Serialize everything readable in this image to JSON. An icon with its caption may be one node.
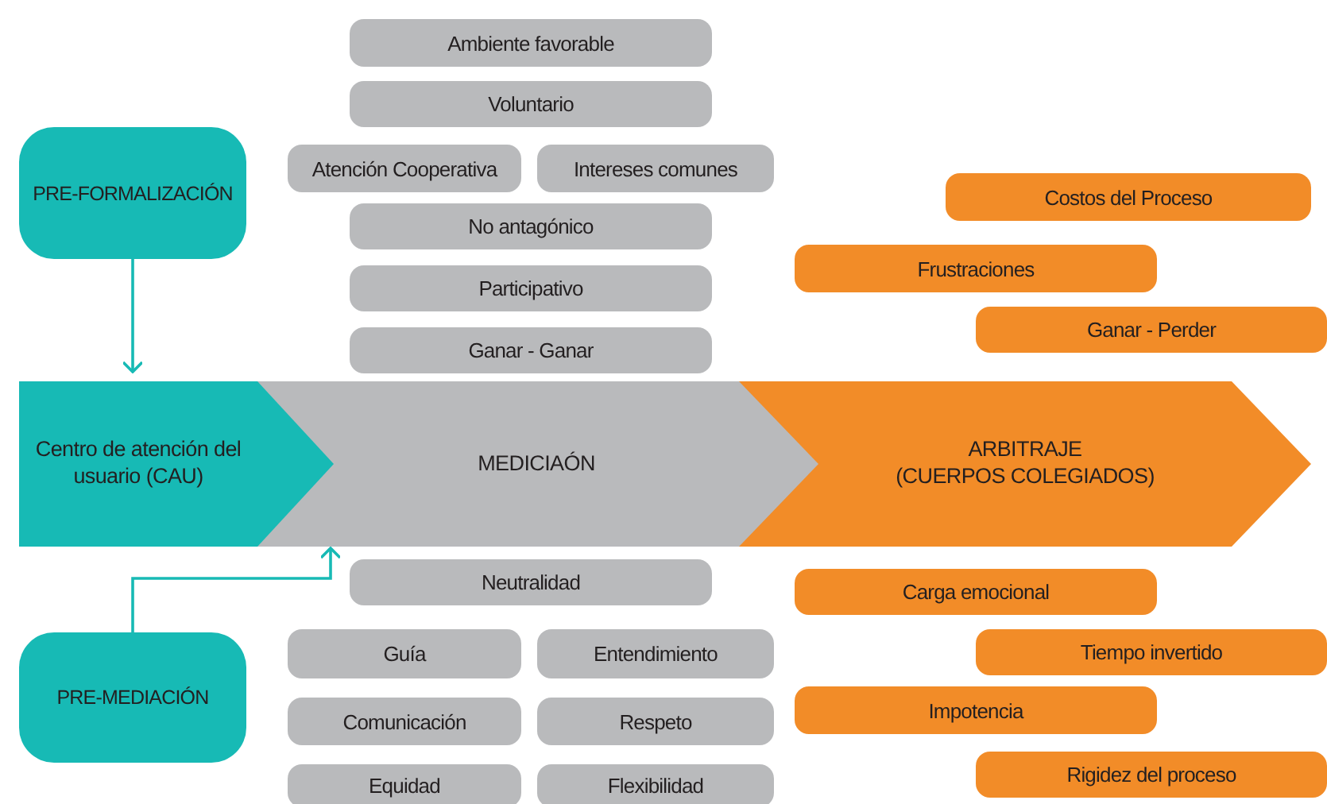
{
  "diagram": {
    "nodes": [
      {
        "text": [
          "Ambiente favorable"
        ]
      },
      {
        "text": [
          "Voluntario"
        ]
      },
      {
        "text": [
          "PRE-FORMALIZACIÓN"
        ]
      },
      {
        "text": [
          "Atención Cooperativa"
        ]
      },
      {
        "text": [
          "Intereses comunes"
        ]
      },
      {
        "text": [
          "Costos del Proceso"
        ]
      },
      {
        "text": [
          "No antagónico"
        ]
      },
      {
        "text": [
          "Frustraciones"
        ]
      },
      {
        "text": [
          "Participativo"
        ]
      },
      {
        "text": [
          "Ganar - Perder"
        ]
      },
      {
        "text": [
          "Ganar - Ganar"
        ]
      },
      {
        "text": [
          "Centro de atención del usuario (CAU)"
        ]
      },
      {
        "text": [
          "MEDICIAÓN"
        ]
      },
      {
        "text": [
          "ARBITRAJE",
          "(CUERPOS COLEGIADOS)"
        ]
      },
      {
        "text": [
          "Neutralidad"
        ]
      },
      {
        "text": [
          "Carga emocional"
        ]
      },
      {
        "text": [
          "Tiempo invertido"
        ]
      },
      {
        "text": [
          "Guía"
        ]
      },
      {
        "text": [
          "Entendimiento"
        ]
      },
      {
        "text": [
          "PRE-MEDIACIÓN"
        ]
      },
      {
        "text": [
          "Impotencia"
        ]
      },
      {
        "text": [
          "Comunicación"
        ]
      },
      {
        "text": [
          "Respeto"
        ]
      },
      {
        "text": [
          "Rigidez del proceso"
        ]
      },
      {
        "text": [
          "Equidad"
        ]
      },
      {
        "text": [
          "Flexibilidad"
        ]
      }
    ],
    "edges": [
      {
        "from": 2,
        "to": 11,
        "arrow": "to"
      },
      {
        "from": 19,
        "to": 12,
        "arrow": "to"
      }
    ]
  }
}
